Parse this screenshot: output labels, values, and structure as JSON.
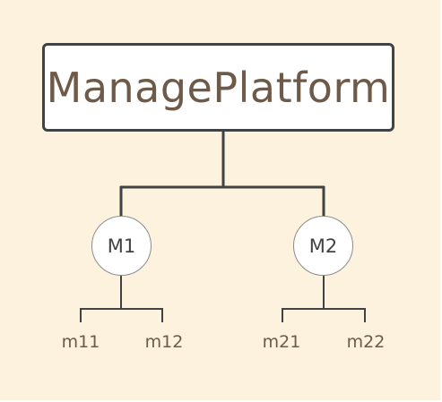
{
  "diagram": {
    "root": {
      "label": "ManagePlatform"
    },
    "modules": [
      {
        "label": "M1",
        "children": [
          "m11",
          "m12"
        ]
      },
      {
        "label": "M2",
        "children": [
          "m21",
          "m22"
        ]
      }
    ]
  },
  "colors": {
    "background": "#fcf2dd",
    "node_fill": "#ffffff",
    "root_border": "#414244",
    "connector": "#414244",
    "circle_border": "#8c8c8c",
    "root_text": "#6e5a48",
    "module_text": "#414244",
    "leaf_text": "#6e5a48"
  }
}
